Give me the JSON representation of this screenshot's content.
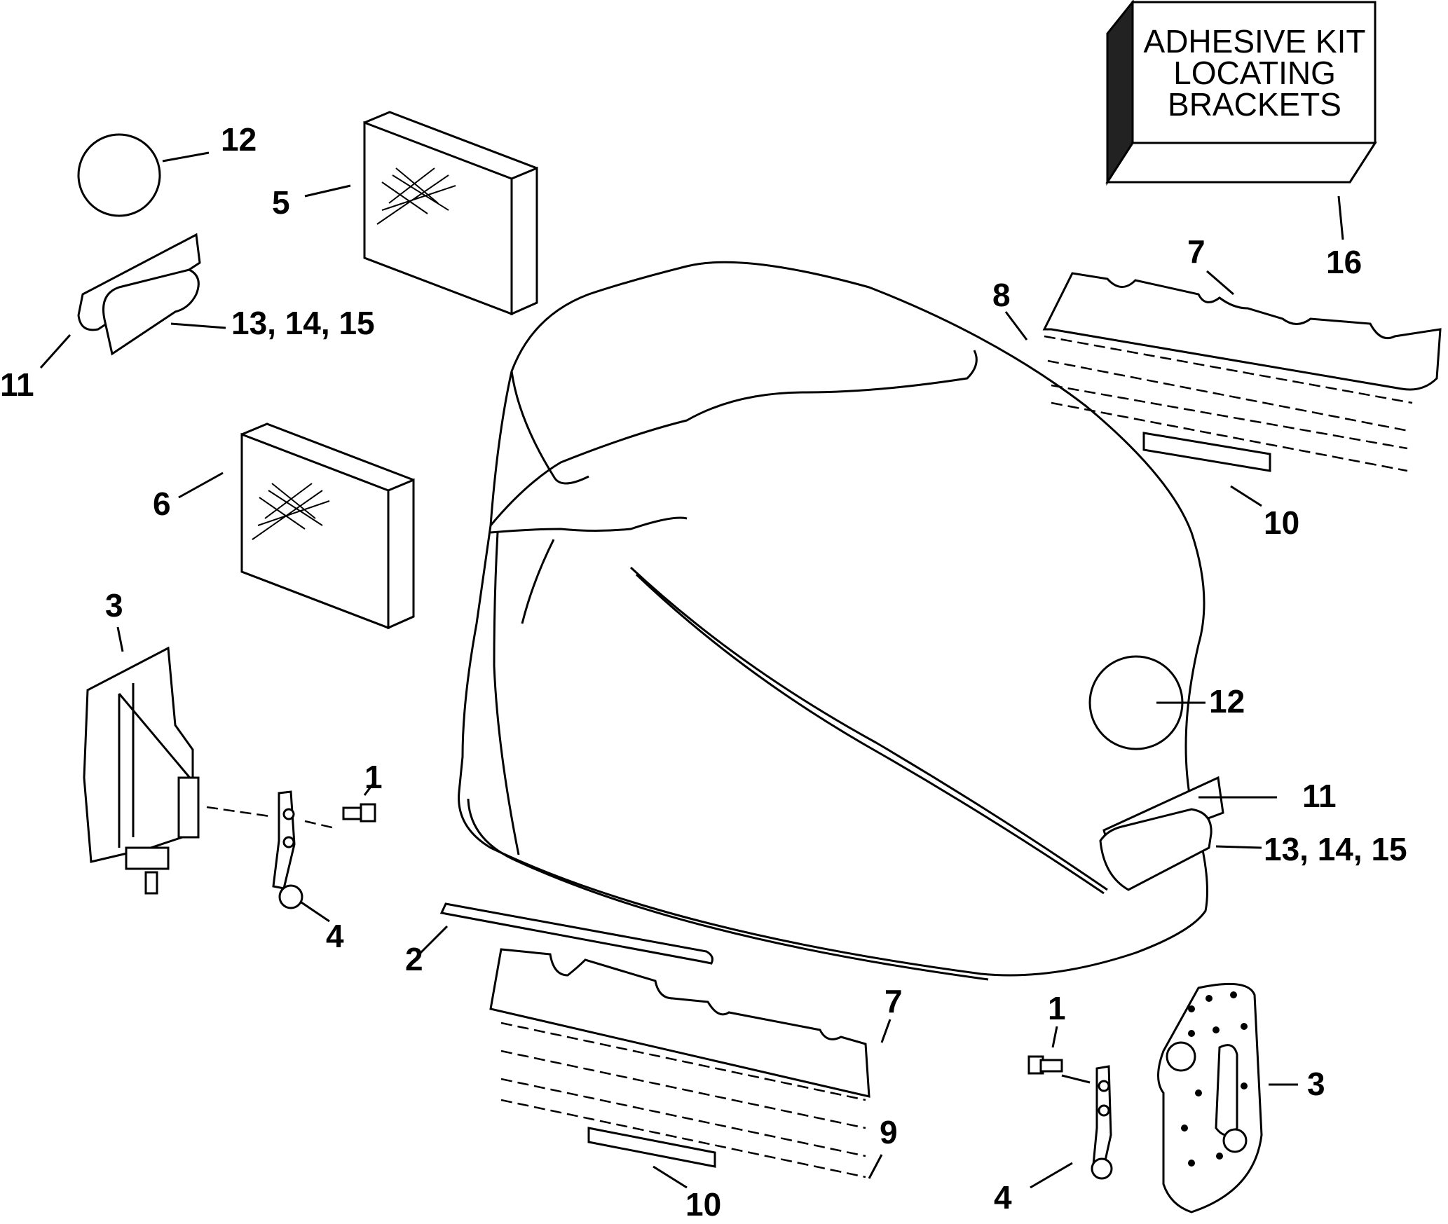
{
  "diagram": {
    "kit_box_lines": [
      "ADHESIVE KIT",
      "LOCATING",
      "BRACKETS"
    ],
    "callouts": {
      "c1a": "1",
      "c1b": "1",
      "c2": "2",
      "c3a": "3",
      "c3b": "3",
      "c4a": "4",
      "c4b": "4",
      "c5": "5",
      "c6": "6",
      "c7a": "7",
      "c7b": "7",
      "c8": "8",
      "c9": "9",
      "c10a": "10",
      "c10b": "10",
      "c11a": "11",
      "c11b": "11",
      "c12a": "12",
      "c12b": "12",
      "c13a": "13, 14, 15",
      "c13b": "13, 14, 15",
      "c16": "16"
    }
  }
}
